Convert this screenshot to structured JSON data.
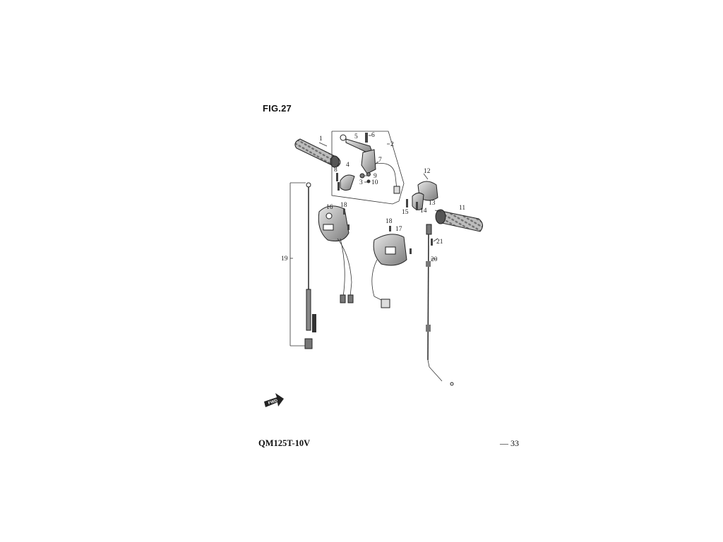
{
  "figure": {
    "title": "FIG.27"
  },
  "footer": {
    "model": "QM125T-10V",
    "page": "— 33"
  },
  "fwd_badge": {
    "text": "FWD"
  },
  "callouts": [
    "1",
    "2",
    "3",
    "4",
    "5",
    "6",
    "7",
    "8",
    "9",
    "10",
    "11",
    "12",
    "13",
    "14",
    "15",
    "16",
    "17",
    "18",
    "18",
    "19",
    "20",
    "21"
  ]
}
